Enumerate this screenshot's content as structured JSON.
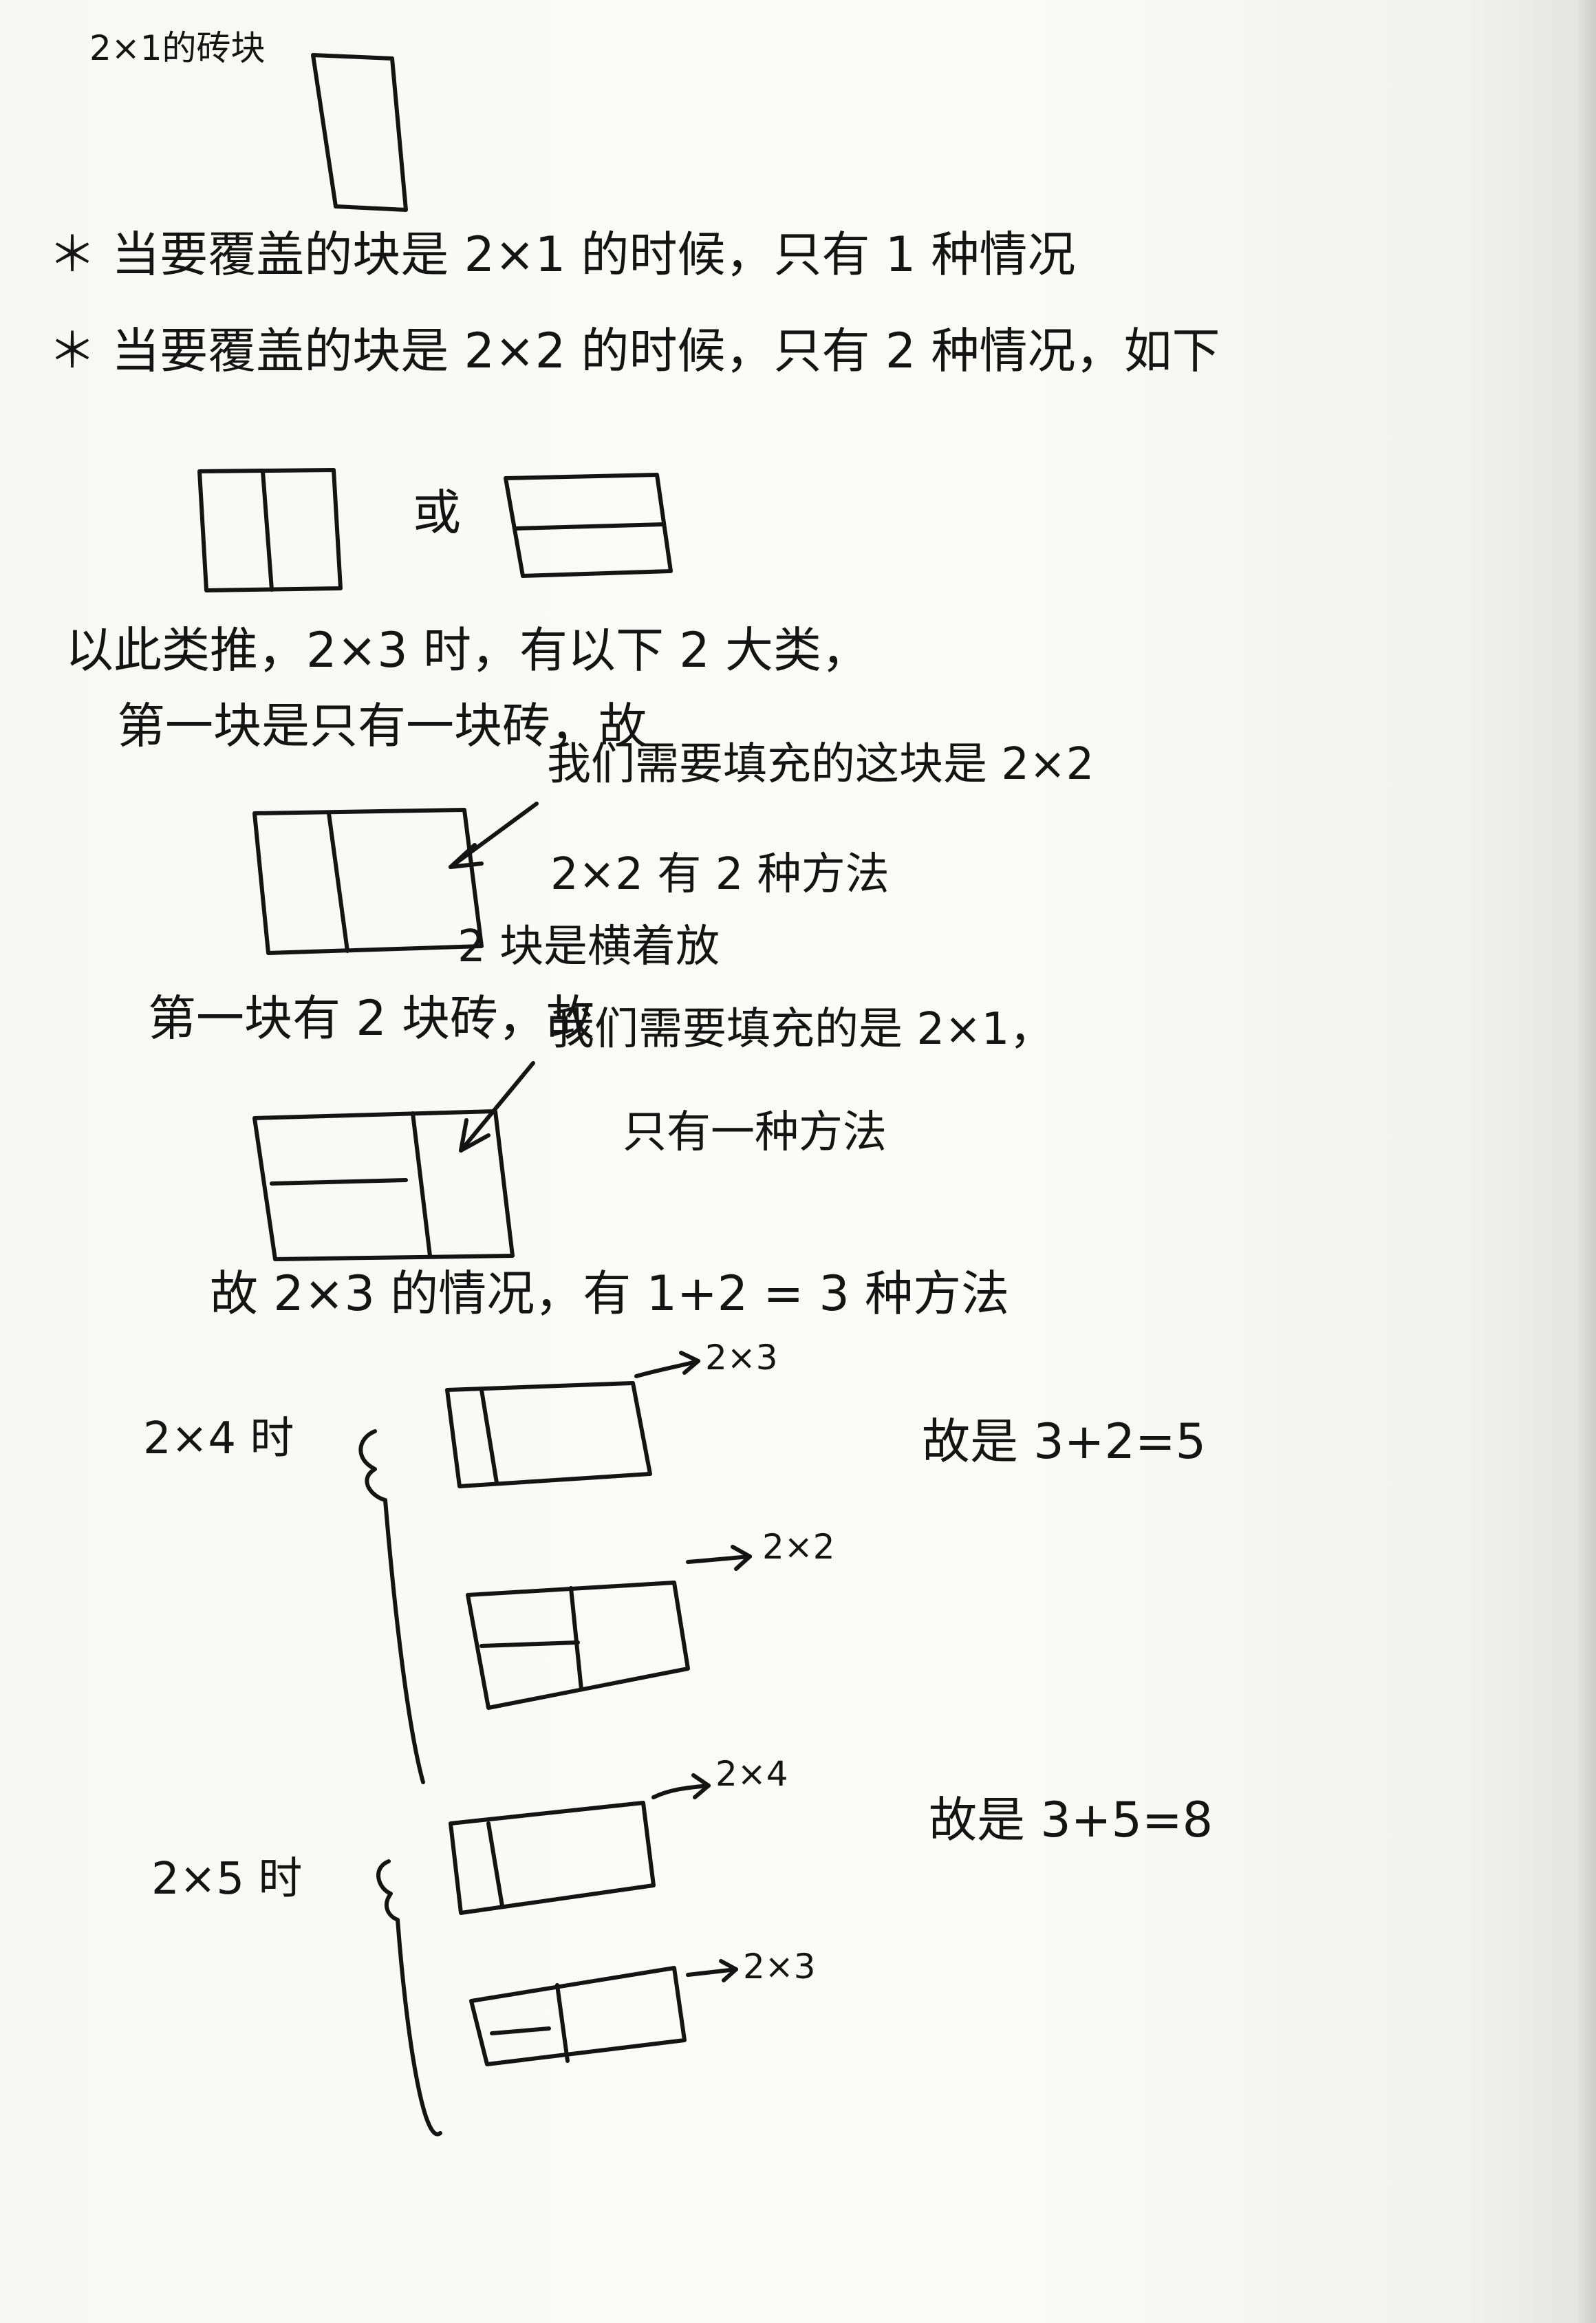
{
  "notes": {
    "domino_label": "2×1的砖块",
    "rule_1": "＊ 当要覆盖的块是 2×1 的时候，只有 1 种情况",
    "rule_2": "＊ 当要覆盖的块是 2×2 的时候，只有 2 种情况，如下",
    "or_word": "或",
    "induction": "以此类推，2×3 时，有以下 2 大类，",
    "case_1_title": "第一块是只有一块砖，故",
    "case_1_note_a": "我们需要填充的这块是 2×2",
    "case_1_note_b": "2×2 有 2 种方法",
    "case_2_prefix": "2 块是横着放",
    "case_2_title": "第一块有 2 块砖，故",
    "case_2_note_a": "我们需要填充的是 2×1，",
    "case_2_note_b": "只有一种方法",
    "summary_2x3": "故 2×3 的情况，有 1+2 = 3 种方法",
    "label_2x4": "2×4 时",
    "label_2x5": "2×5 时",
    "ref_2x3_a": "2×3",
    "ref_2x2": "2×2",
    "ref_2x4": "2×4",
    "ref_2x3_b": "2×3",
    "result_2x4": "故是 3+2=5",
    "result_2x5": "故是 3+5=8"
  }
}
